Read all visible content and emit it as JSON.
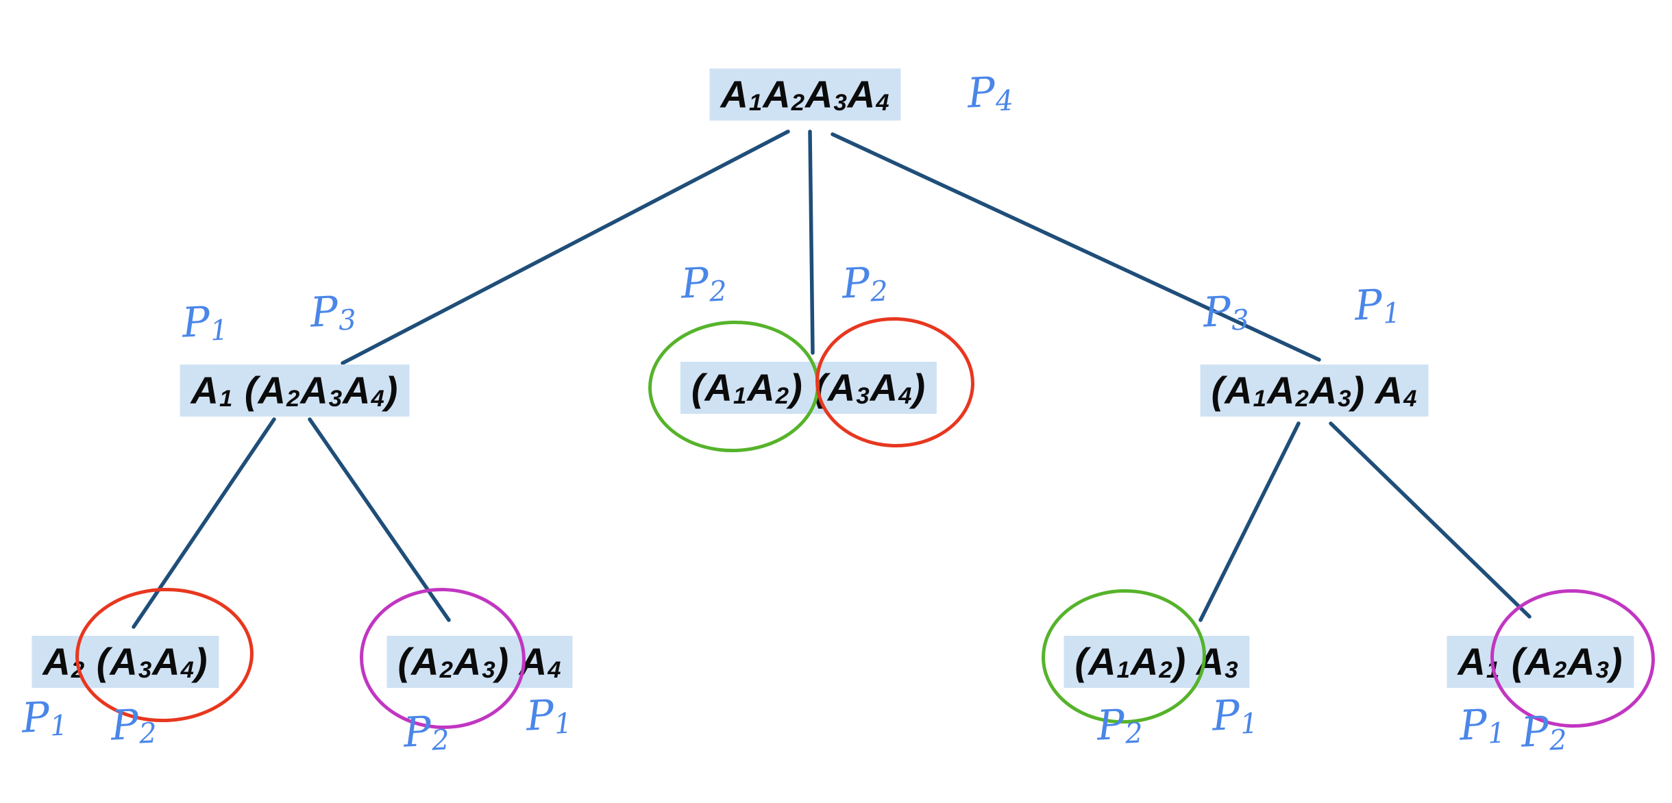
{
  "figure": {
    "description": "Recursion tree of parenthesizations of the matrix chain A1 A2 A3 A4, annotated by hand with product counts P1, P2, P3, P4 and circled repeated subproblems"
  },
  "colors": {
    "node-bg": "#cfe2f4",
    "node-text": "#0b0b0b",
    "edge": "#1f4e79",
    "ink": "#4a86e8",
    "circle-red": "#e8371f",
    "circle-green": "#56b32b",
    "circle-magenta": "#c136c1"
  },
  "nodes": {
    "root": "A_1A_2A_3A_4",
    "left": "A_1 (A_2A_3A_4)",
    "middle": "(A_1A_2) (A_3A_4)",
    "right": "(A_1A_2A_3) A_4",
    "left_left": "A_2 (A_3A_4)",
    "left_right": "(A_2A_3) A_4",
    "right_left": "(A_1A_2) A_3",
    "right_right": "A_1 (A_2A_3)"
  },
  "annotations": {
    "root_p": "P_4",
    "left_p1": "P_1",
    "left_p3": "P_3",
    "middle_p2_left": "P_2",
    "middle_p2_right": "P_2",
    "right_p3": "P_3",
    "right_p1": "P_1",
    "left_left_p1": "P_1",
    "left_left_p2": "P_2",
    "left_right_p2": "P_2",
    "left_right_p1": "P_1",
    "right_left_p2": "P_2",
    "right_left_p1": "P_1",
    "right_right_p1": "P_1",
    "right_right_p2": "P_2"
  }
}
